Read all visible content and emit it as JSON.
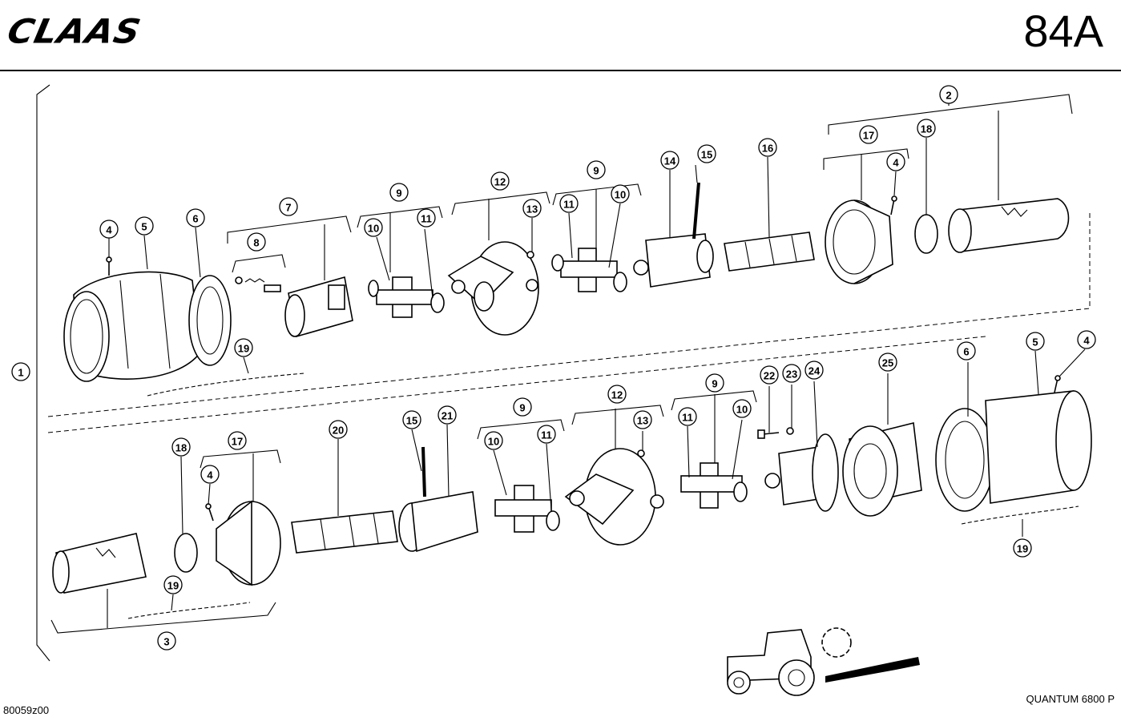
{
  "header": {
    "brand": "CLAAS",
    "page_number": "84A"
  },
  "footer": {
    "drawing_code": "80059z00",
    "model": "QUANTUM 6800 P"
  },
  "callouts": [
    {
      "label": "1"
    },
    {
      "label": "2"
    },
    {
      "label": "3"
    },
    {
      "label": "4"
    },
    {
      "label": "5"
    },
    {
      "label": "6"
    },
    {
      "label": "7"
    },
    {
      "label": "8"
    },
    {
      "label": "9"
    },
    {
      "label": "10"
    },
    {
      "label": "11"
    },
    {
      "label": "12"
    },
    {
      "label": "13"
    },
    {
      "label": "9"
    },
    {
      "label": "11"
    },
    {
      "label": "10"
    },
    {
      "label": "14"
    },
    {
      "label": "15"
    },
    {
      "label": "16"
    },
    {
      "label": "17"
    },
    {
      "label": "4"
    },
    {
      "label": "18"
    },
    {
      "label": "19"
    },
    {
      "label": "18"
    },
    {
      "label": "17"
    },
    {
      "label": "4"
    },
    {
      "label": "19"
    },
    {
      "label": "20"
    },
    {
      "label": "15"
    },
    {
      "label": "21"
    },
    {
      "label": "9"
    },
    {
      "label": "10"
    },
    {
      "label": "11"
    },
    {
      "label": "12"
    },
    {
      "label": "13"
    },
    {
      "label": "9"
    },
    {
      "label": "11"
    },
    {
      "label": "10"
    },
    {
      "label": "22"
    },
    {
      "label": "23"
    },
    {
      "label": "24"
    },
    {
      "label": "25"
    },
    {
      "label": "6"
    },
    {
      "label": "5"
    },
    {
      "label": "4"
    },
    {
      "label": "19"
    }
  ]
}
